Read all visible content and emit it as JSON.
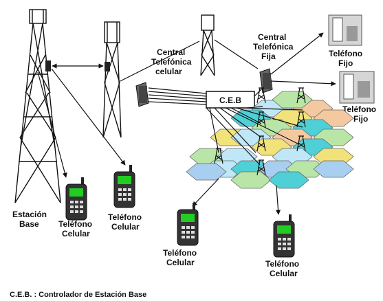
{
  "labels": {
    "estacion_base": [
      "Estación",
      "Base"
    ],
    "central_celular": [
      "Central",
      "Telefónica",
      "celular"
    ],
    "central_fija": [
      "Central",
      "Telefónica",
      "Fija"
    ],
    "ceb_box": "C.E.B",
    "telefono_fijo_1": [
      "Teléfono",
      "Fijo"
    ],
    "telefono_fijo_2": [
      "Teléfono",
      "Fijo"
    ],
    "telefono_celular_1": [
      "Teléfono",
      "Celular"
    ],
    "telefono_celular_2": [
      "Teléfono",
      "Celular"
    ],
    "telefono_celular_3": [
      "Teléfono",
      "Celular"
    ],
    "telefono_celular_4": [
      "Teléfono",
      "Celular"
    ],
    "footnote": "C.E.B. : Controlador de Estación Base"
  },
  "colors": {
    "hex_green": "#b9e6a6",
    "hex_blue": "#a8cff0",
    "hex_teal": "#4fd0d6",
    "hex_orange": "#f5c9a0",
    "hex_yellow": "#f2e27a",
    "hex_sky": "#bfe7f7",
    "phone_body": "#333333",
    "phone_screen": "#22cc22",
    "fixed_phone_body": "#c8c8c8"
  }
}
